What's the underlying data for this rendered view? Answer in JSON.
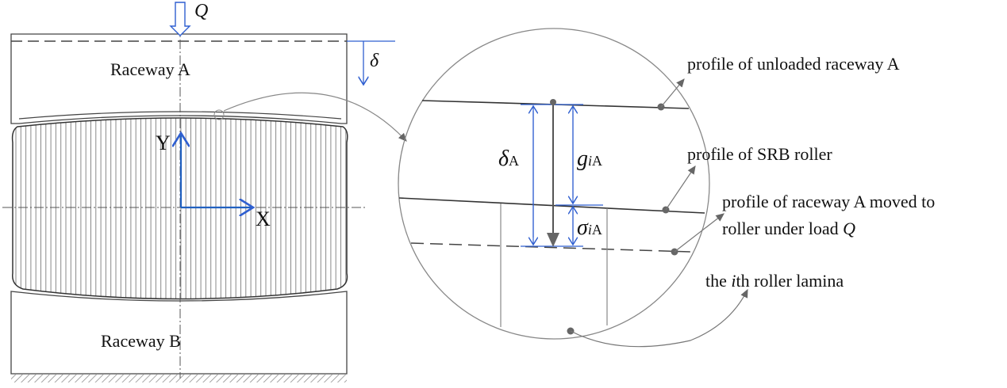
{
  "left": {
    "raceway_a": "Raceway A",
    "raceway_b": "Raceway B",
    "load": "Q",
    "displacement": "δ",
    "axis_x": "X",
    "axis_y": "Y"
  },
  "detail": {
    "delta_a": "δ",
    "delta_a_sub": "A",
    "gap": "g",
    "gap_sub_i": "i",
    "gap_sub_a": "A",
    "sigma": "σ",
    "sigma_sub_i": "i",
    "sigma_sub_a": "A"
  },
  "annotations": {
    "unloaded": "profile of unloaded raceway A",
    "roller": "profile of SRB roller",
    "moved_line1": "profile of raceway A moved to",
    "moved_line2_prefix": "roller under load ",
    "moved_line2_q": "Q",
    "lamina_prefix": "the ",
    "lamina_i": "i",
    "lamina_suffix": "th roller lamina"
  },
  "colors": {
    "blue": "#2f5fd0",
    "line": "#333333",
    "gray": "#777777"
  }
}
